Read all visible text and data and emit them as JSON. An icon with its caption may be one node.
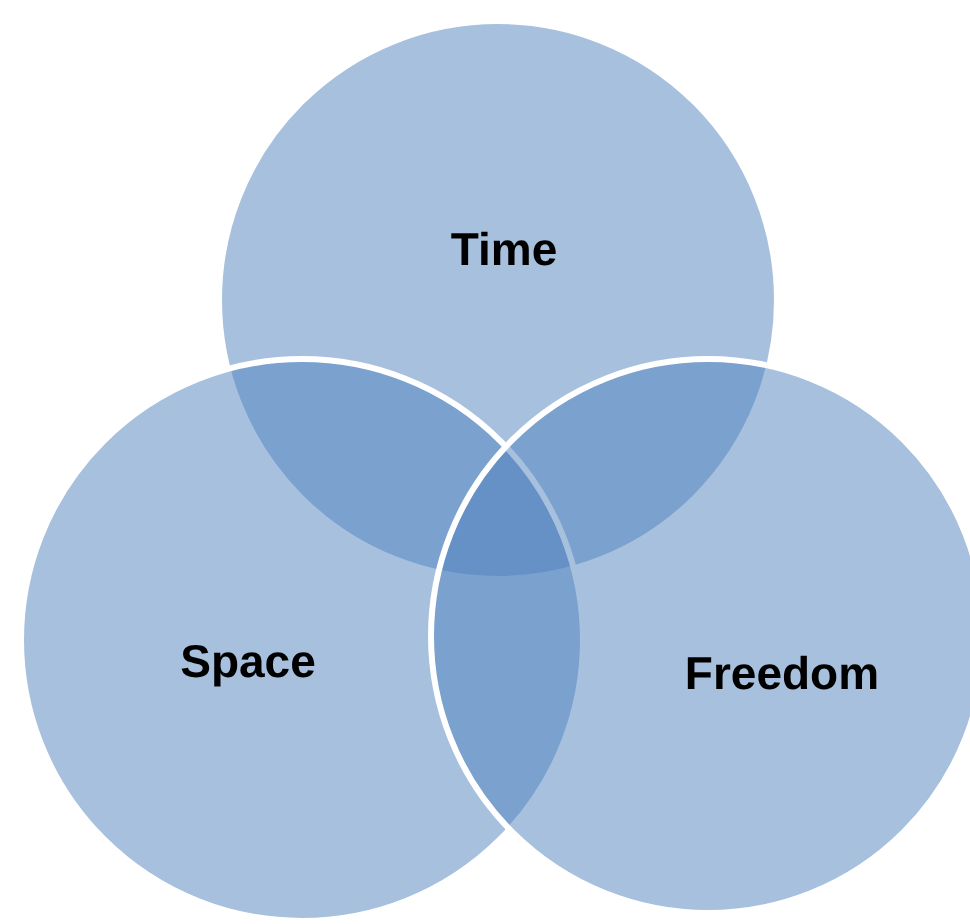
{
  "diagram": {
    "nodes": [
      {
        "text": [
          "Time"
        ]
      },
      {
        "text": [
          "Space"
        ]
      },
      {
        "text": [
          "Freedom"
        ]
      }
    ]
  }
}
